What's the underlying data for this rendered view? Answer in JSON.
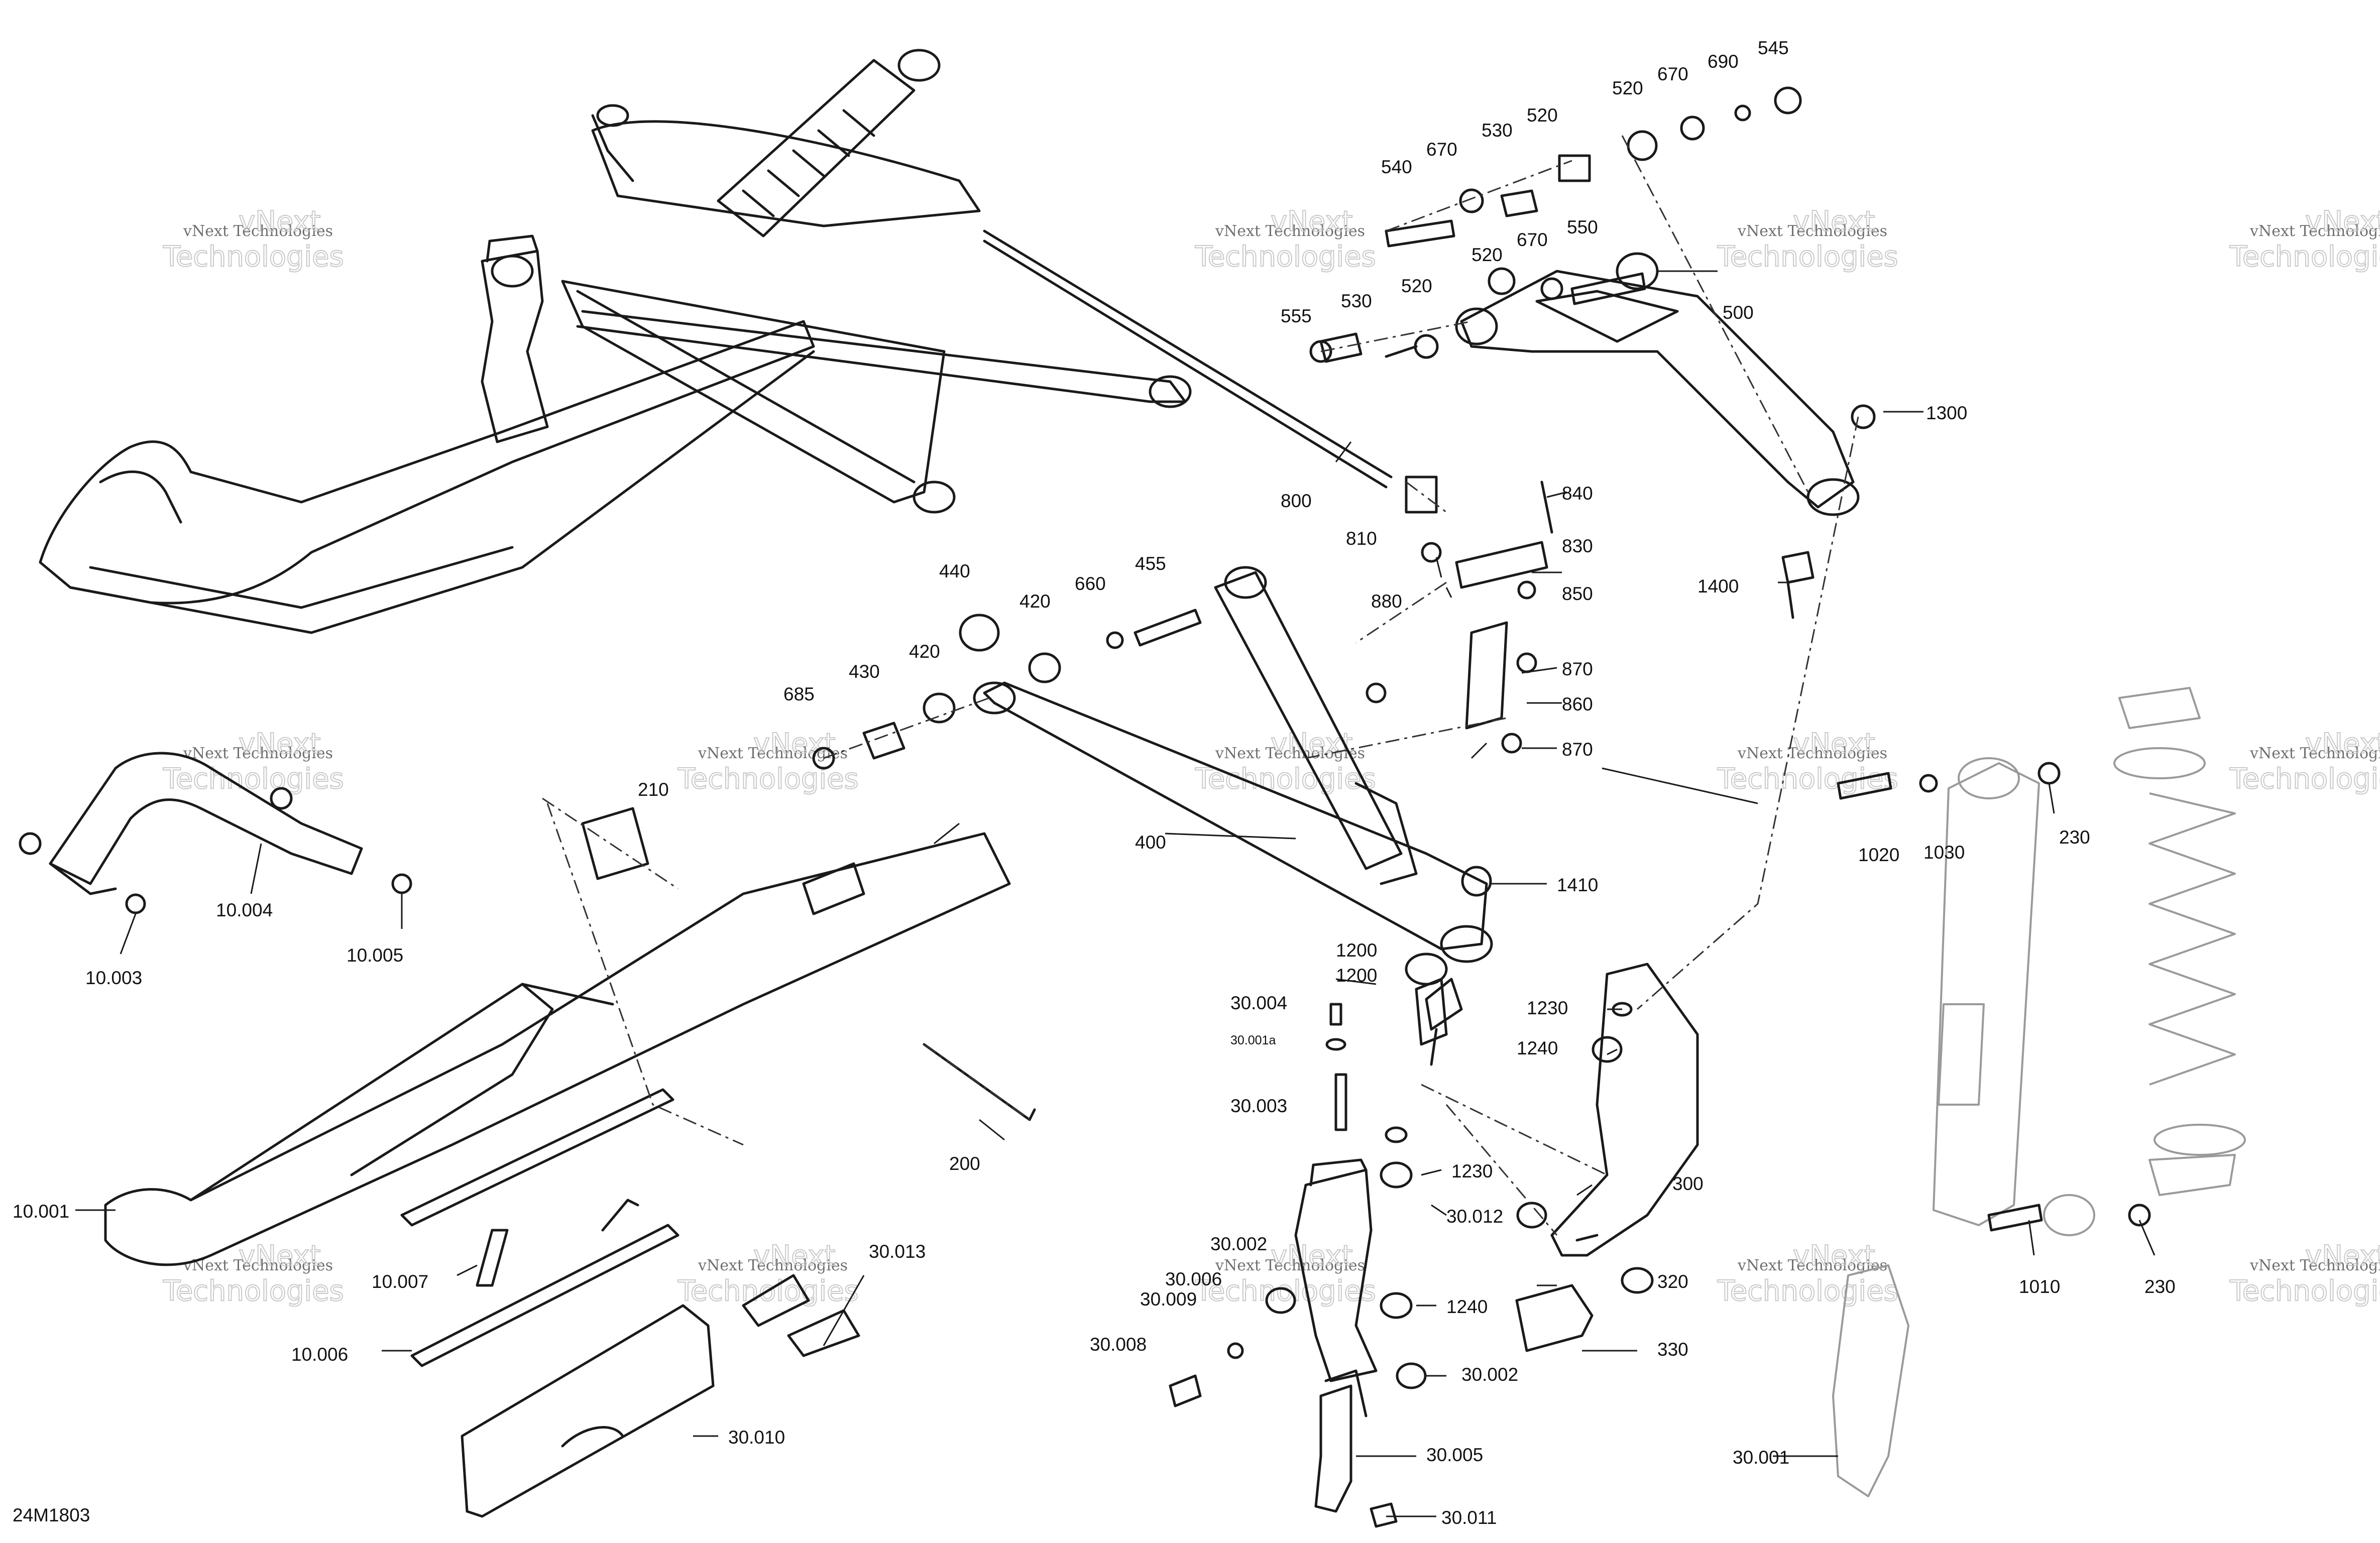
{
  "document_id": "24M1803",
  "watermark": {
    "line1": "vNext Technologies",
    "line2": "vNext",
    "line3": "Technologies"
  },
  "callouts": {
    "c545": "545",
    "c690": "690",
    "c670a": "670",
    "c520a": "520",
    "c520b": "520",
    "c530a": "530",
    "c670b": "670",
    "c540": "540",
    "c520c": "520",
    "c670c": "670",
    "c550": "550",
    "c500": "500",
    "c555": "555",
    "c530b": "530",
    "c520d": "520",
    "c1300": "1300",
    "c800": "800",
    "c840": "840",
    "c810": "810",
    "c830": "830",
    "c850": "850",
    "c880": "880",
    "c1400": "1400",
    "c440": "440",
    "c455": "455",
    "c660": "660",
    "c420a": "420",
    "c420b": "420",
    "c430": "430",
    "c685": "685",
    "c870a": "870",
    "c860": "860",
    "c870b": "870",
    "c210": "210",
    "c1020": "1020",
    "c1030": "1030",
    "c230a": "230",
    "c10004": "10.004",
    "c10005": "10.005",
    "c10003": "10.003",
    "c400": "400",
    "c1410": "1410",
    "c1200a": "1200",
    "c1200b": "1200",
    "c30004": "30.004",
    "c30001a": "30.001a",
    "c1230a": "1230",
    "c1240a": "1240",
    "c30003": "30.003",
    "c200": "200",
    "c1230b": "1230",
    "c300": "300",
    "c30012": "30.012",
    "c10001": "10.001",
    "c1010": "1010",
    "c230b": "230",
    "c30002a": "30.002",
    "c30013": "30.013",
    "c10007": "10.007",
    "c30006": "30.006",
    "c30009": "30.009",
    "c320": "320",
    "c1240b": "1240",
    "c330": "330",
    "c10006": "10.006",
    "c30008": "30.008",
    "c30002b": "30.002",
    "c30010": "30.010",
    "c30005": "30.005",
    "c30001": "30.001",
    "c30011": "30.011"
  }
}
